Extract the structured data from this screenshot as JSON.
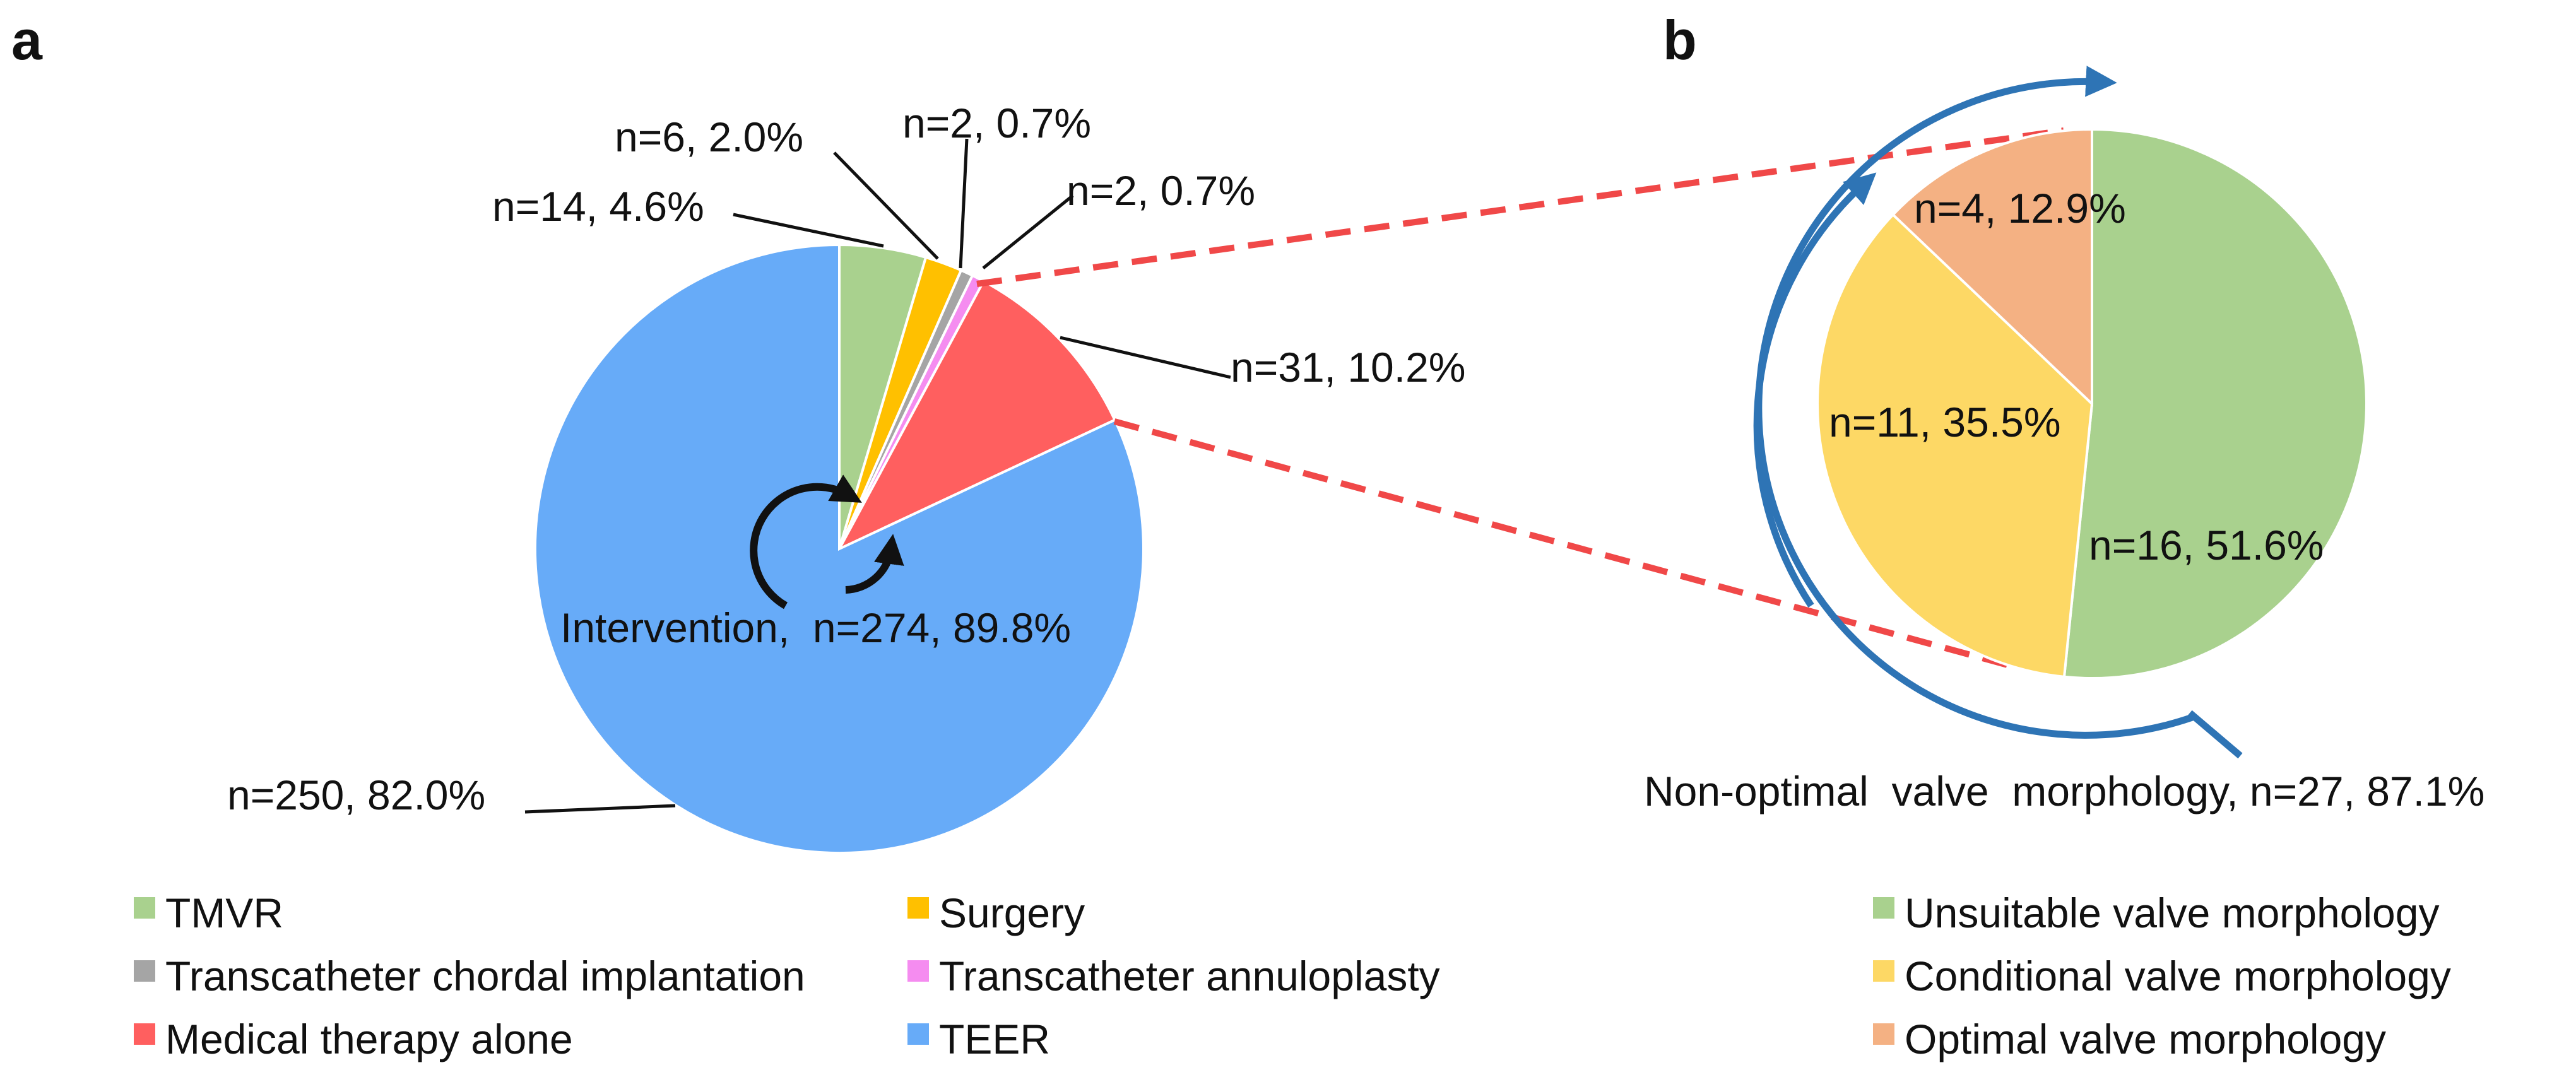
{
  "panels": {
    "a": "a",
    "b": "b"
  },
  "chart_data": [
    {
      "type": "pie",
      "panel": "a",
      "start_angle_deg": 0,
      "direction": "clockwise",
      "slices": [
        {
          "name": "TMVR",
          "n": 14,
          "pct": 4.6,
          "label": "n=14, 4.6%",
          "color": "#a9d18e"
        },
        {
          "name": "Surgery",
          "n": 6,
          "pct": 2.0,
          "label": "n=6, 2.0%",
          "color": "#ffc000"
        },
        {
          "name": "Transcatheter chordal implantation",
          "n": 2,
          "pct": 0.7,
          "label": "n=2, 0.7%",
          "color": "#a5a5a5"
        },
        {
          "name": "Transcatheter annuloplasty",
          "n": 2,
          "pct": 0.7,
          "label": "n=2, 0.7%",
          "color": "#f58cf0"
        },
        {
          "name": "Medical therapy alone",
          "n": 31,
          "pct": 10.2,
          "label": "n=31, 10.2%",
          "color": "#ff5f5f"
        },
        {
          "name": "TEER",
          "n": 250,
          "pct": 82.0,
          "label": "n=250, 82.0%",
          "color": "#67abf8"
        }
      ],
      "annotation": "Intervention,  n=274, 89.8%",
      "legend": [
        "TMVR",
        "Surgery",
        "Transcatheter chordal implantation",
        "Transcatheter annuloplasty",
        "Medical therapy alone",
        "TEER"
      ]
    },
    {
      "type": "pie",
      "panel": "b",
      "start_angle_deg": 0,
      "direction": "clockwise",
      "slices": [
        {
          "name": "Unsuitable valve morphology",
          "n": 16,
          "pct": 51.6,
          "label": "n=16, 51.6%",
          "color": "#a9d18e"
        },
        {
          "name": "Conditional valve morphology",
          "n": 11,
          "pct": 35.5,
          "label": "n=11, 35.5%",
          "color": "#fdd865"
        },
        {
          "name": "Optimal valve morphology",
          "n": 4,
          "pct": 12.9,
          "label": "n=4, 12.9%",
          "color": "#f4b183"
        }
      ],
      "annotation": "Non-optimal  valve  morphology, n=27, 87.1%",
      "legend": [
        "Unsuitable valve morphology",
        "Conditional valve morphology",
        "Optimal valve morphology"
      ]
    }
  ],
  "colors": {
    "zoom_line": "#f04848",
    "arc_arrow": "#2e74b5",
    "black": "#111111"
  }
}
